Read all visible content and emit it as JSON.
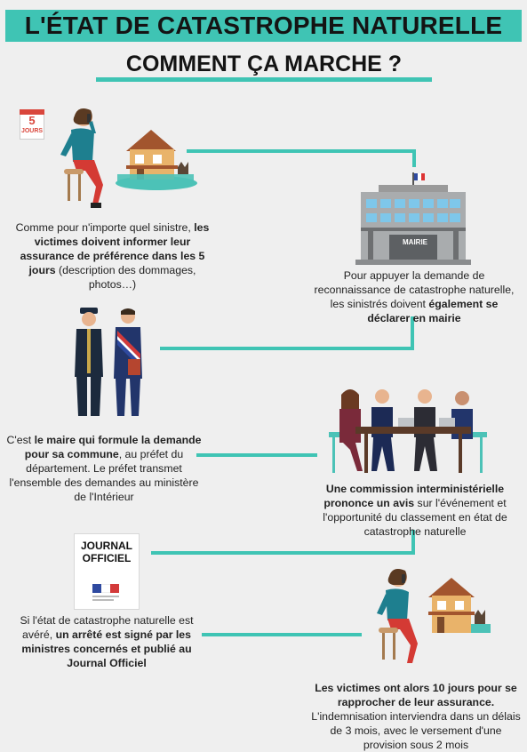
{
  "header": {
    "title": "L'ÉTAT DE CATASTROPHE NATURELLE",
    "subtitle": "COMMENT ÇA MARCHE ?"
  },
  "icons": {
    "calendar_number": "5",
    "calendar_label": "JOURS",
    "mairie_label": "MAIRIE",
    "journal_line1": "JOURNAL",
    "journal_line2": "OFFICIEL"
  },
  "steps": [
    {
      "pre": "Comme pour n'importe quel sinistre, ",
      "bold": "les victimes doivent informer leur assurance de préférence dans les 5 jours",
      "post": " (description des dommages, photos…)"
    },
    {
      "pre": "Pour appuyer la demande de reconnaissance de catastrophe naturelle, les sinistrés doivent ",
      "bold": "également se déclarer en mairie",
      "post": ""
    },
    {
      "pre": "C'est ",
      "bold": "le maire qui formule la demande pour sa commune",
      "post": ", au préfet du département. Le préfet transmet l'ensemble des demandes au ministère de l'Intérieur"
    },
    {
      "pre": "",
      "bold": "Une commission interministérielle prononce un avis",
      "post": " sur l'événement et l'opportunité du classement en état de catastrophe naturelle"
    },
    {
      "pre": "Si l'état de catastrophe naturelle est avéré, ",
      "bold": "un arrêté est signé par les ministres concernés et publié au Journal Officiel",
      "post": ""
    },
    {
      "pre": "",
      "bold": "Les victimes ont alors 10 jours pour se rapprocher de leur assurance.",
      "post": " L'indemnisation interviendra dans un délais de 3 mois, avec le versement d'une provision sous 2 mois"
    }
  ],
  "colors": {
    "accent": "#3fc4b4",
    "background": "#efefef",
    "text": "#222222"
  }
}
